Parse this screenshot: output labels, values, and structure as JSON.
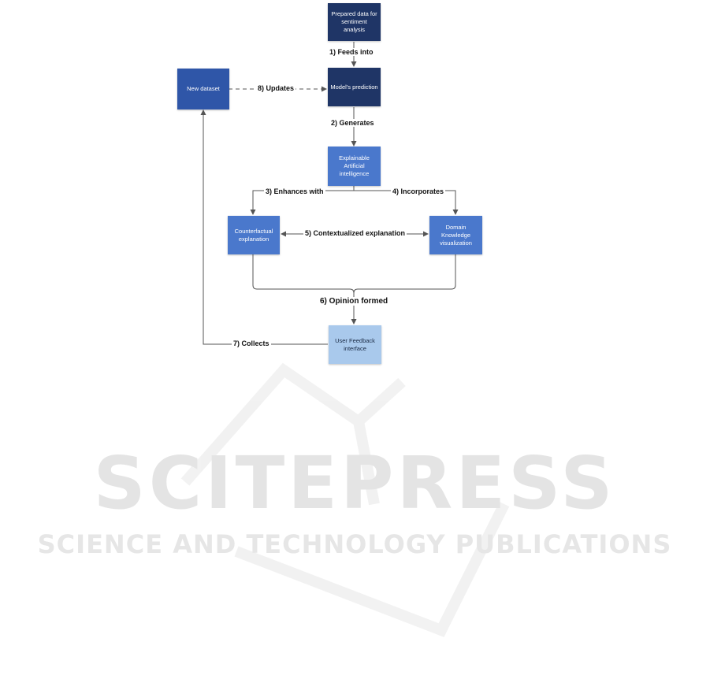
{
  "nodes": {
    "prepared_data": "Prepared data for sentiment analysis",
    "model_prediction": "Model's prediction",
    "new_dataset": "New dataset",
    "xai": "Explainable Artificial intelligence",
    "counterfactual": "Counterfactual explanation",
    "domain_knowledge": "Domain Knowledge visualization",
    "user_feedback": "User Feedback interface"
  },
  "edges": {
    "feeds_into": "1) Feeds into",
    "generates": "2) Generates",
    "enhances_with": "3) Enhances with",
    "incorporates": "4) Incorporates",
    "contextualized": "5) Contextualized explanation",
    "opinion_formed": "6) Opinion formed",
    "collects": "7) Collects",
    "updates": "8) Updates"
  },
  "watermark": {
    "brand": "SCITEPRESS",
    "tagline": "SCIENCE AND TECHNOLOGY PUBLICATIONS"
  },
  "colors": {
    "dark": "#1f3566",
    "mid": "#2f56a8",
    "light": "#4a78cc",
    "pale": "#a9c9ec",
    "line": "#555555"
  }
}
